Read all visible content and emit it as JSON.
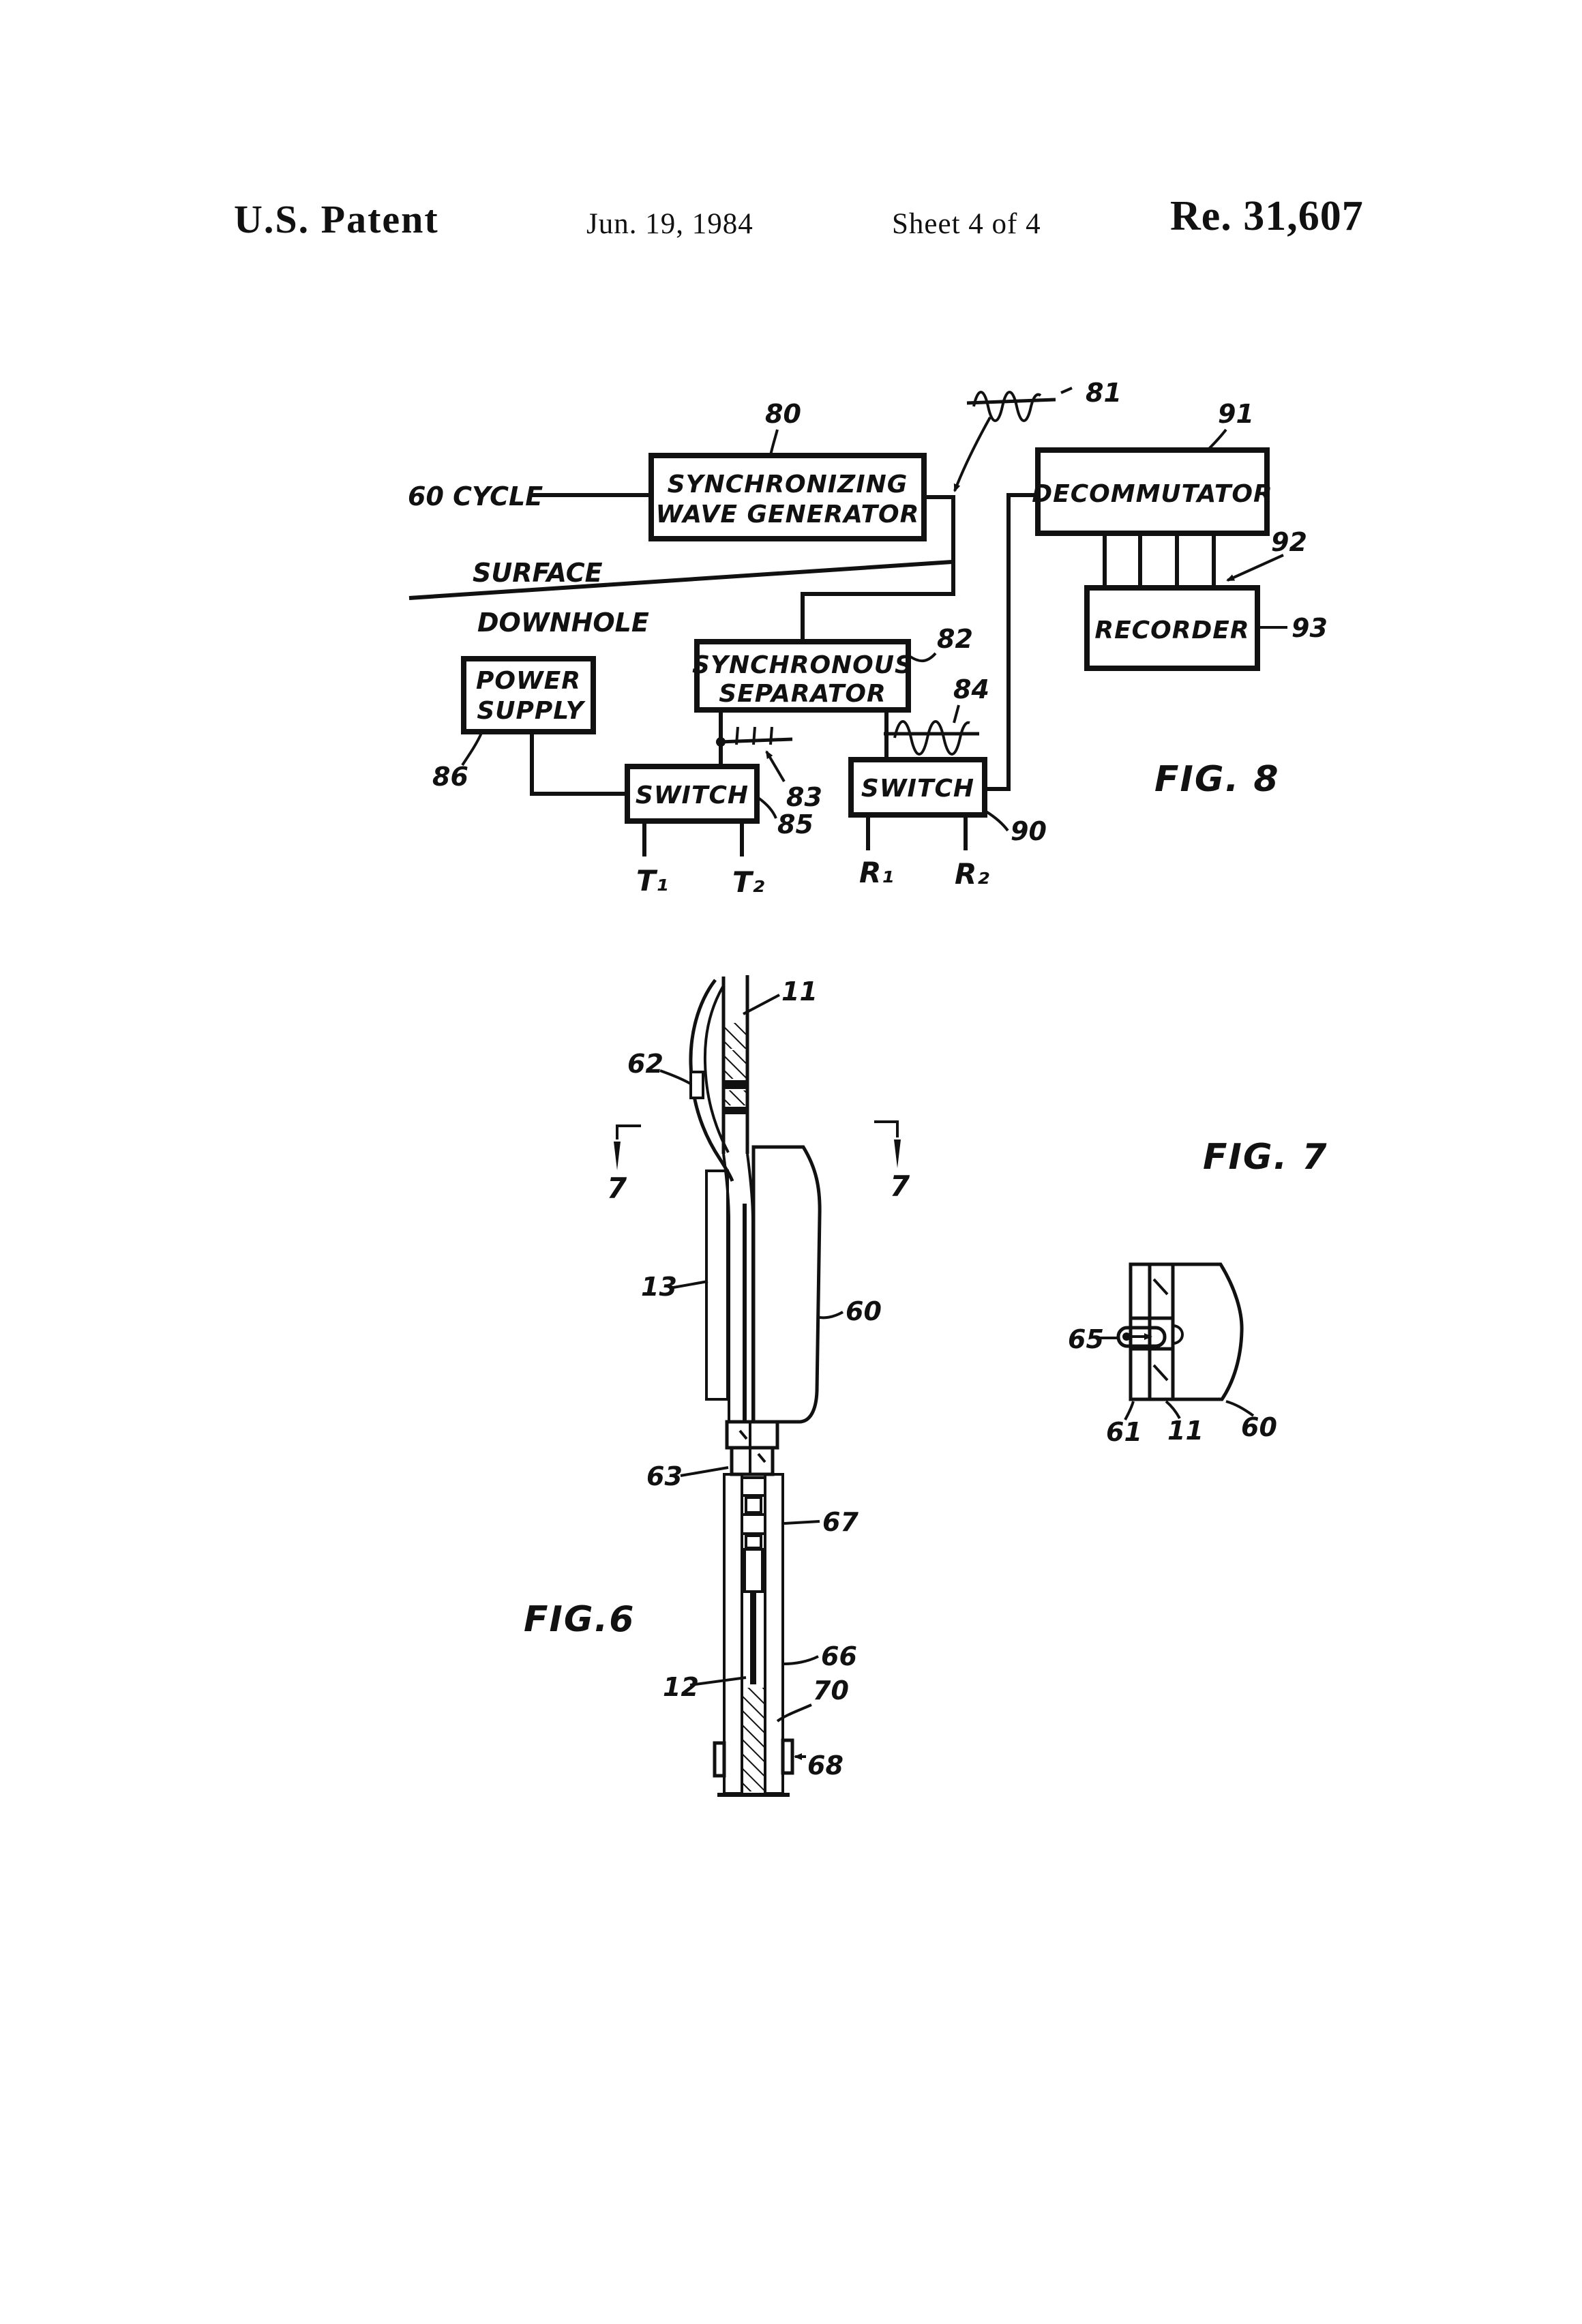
{
  "header": {
    "title": "U.S. Patent",
    "date": "Jun. 19, 1984",
    "sheet": "Sheet 4 of 4",
    "number": "Re. 31,607"
  },
  "fig8": {
    "caption": "FIG. 8",
    "labels": {
      "cycle": "60 CYCLE",
      "surface": "SURFACE",
      "downhole": "DOWNHOLE"
    },
    "boxes": {
      "swg": {
        "l1": "SYNCHRONIZING",
        "l2": "WAVE GENERATOR"
      },
      "decom": {
        "l1": "DECOMMUTATOR"
      },
      "recorder": {
        "l1": "RECORDER"
      },
      "sep": {
        "l1": "SYNCHRONOUS",
        "l2": "SEPARATOR"
      },
      "power": {
        "l1": "POWER",
        "l2": "SUPPLY"
      },
      "switch_t": {
        "l1": "SWITCH"
      },
      "switch_r": {
        "l1": "SWITCH"
      }
    },
    "refs": {
      "r80": "80",
      "r81": "81",
      "r91": "91",
      "r92": "92",
      "r93": "93",
      "r82": "82",
      "r83": "83",
      "r84": "84",
      "r85": "85",
      "r86": "86",
      "r90": "90"
    },
    "terminals": {
      "t1": "T₁",
      "t2": "T₂",
      "r1": "R₁",
      "r2": "R₂"
    }
  },
  "fig6": {
    "caption": "FIG.6",
    "refs": {
      "r11": "11",
      "r62": "62",
      "r7a": "7",
      "r7b": "7",
      "r13": "13",
      "r60": "60",
      "r63": "63",
      "r67": "67",
      "r12": "12",
      "r66": "66",
      "r70": "70",
      "r68": "68"
    }
  },
  "fig7": {
    "caption": "FIG. 7",
    "refs": {
      "r65": "65",
      "r61": "61",
      "r11": "11",
      "r60": "60"
    }
  }
}
